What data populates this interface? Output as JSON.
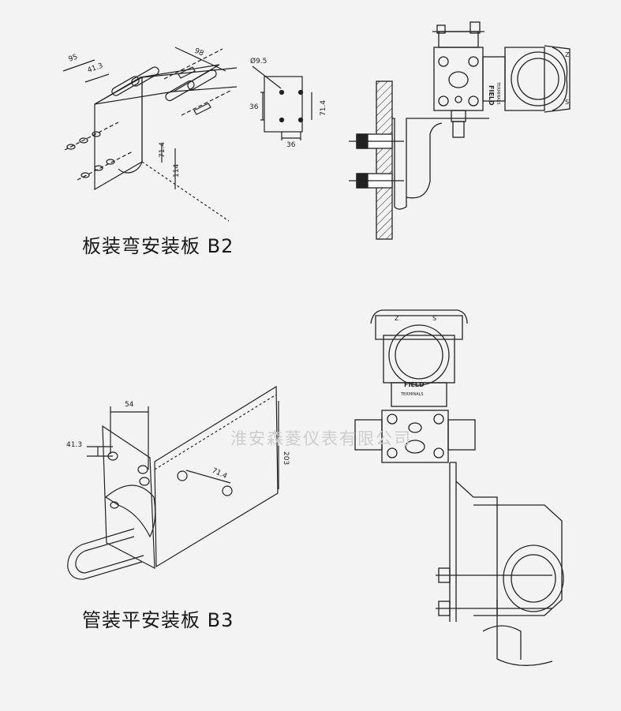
{
  "captions": {
    "b2": "板装弯安装板 B2",
    "b3": "管装平安装板 B3"
  },
  "watermark": "淮安森菱仪表有限公司",
  "dimensions": {
    "b2_bracket": [
      "95",
      "41.3",
      "98",
      "71.4",
      "114"
    ],
    "b2_plate": [
      "Ø9.5",
      "36",
      "71.4",
      "36"
    ],
    "b3_bracket": [
      "54",
      "41.3",
      "203",
      "71.4"
    ]
  },
  "transmitter_labels": {
    "field": "FIELD",
    "terminals": "TERMINALS",
    "z": "Z",
    "s": "S"
  },
  "colors": {
    "line": "#222222",
    "background": "#f3f3f3",
    "watermark": "#cdcdcd"
  }
}
